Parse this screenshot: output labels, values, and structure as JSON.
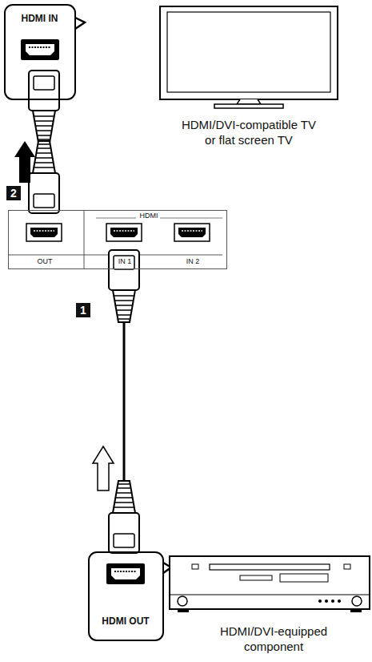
{
  "diagram": {
    "nodes": [
      {
        "text": [
          "HDMI IN"
        ]
      },
      {
        "text": [
          "HDMI/DVI-compatible TV or flat screen TV"
        ]
      },
      {
        "text": [
          "HDMI",
          "OUT",
          "IN 1",
          "IN 2"
        ]
      },
      {
        "text": [
          "HDMI OUT"
        ]
      },
      {
        "text": [
          "HDMI/DVI-equipped component"
        ]
      }
    ],
    "edges": [
      {
        "from": 2,
        "to": 0,
        "arrow": "none"
      },
      {
        "from": 3,
        "to": 2,
        "arrow": "none"
      }
    ],
    "labels": [
      "2",
      "1"
    ]
  }
}
